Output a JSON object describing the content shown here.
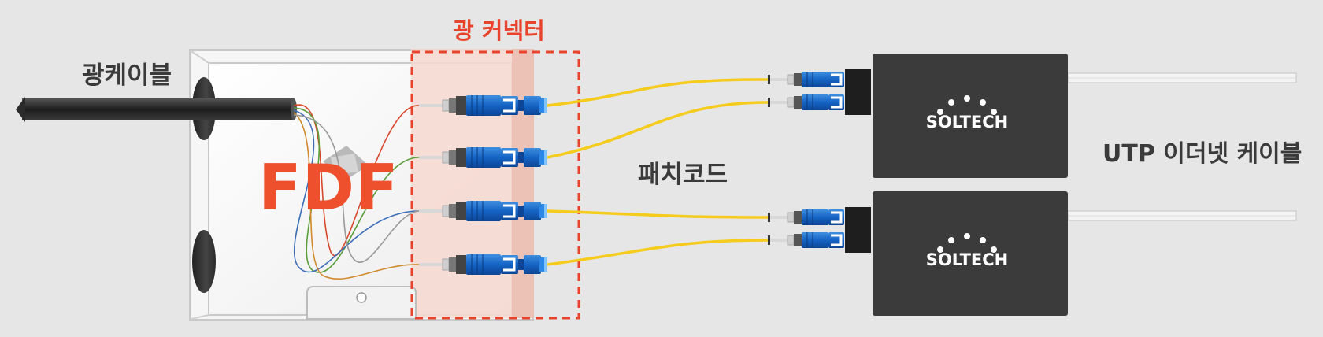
{
  "labels": {
    "optical_cable": "광케이블",
    "optical_connector": "광 커넥터",
    "patch_cord": "패치코드",
    "utp_cable": "UTP 이더넷 케이블",
    "fdf": "FDF"
  },
  "converters": [
    {
      "brand": "SOLTECH"
    },
    {
      "brand": "SOLTECH"
    }
  ],
  "colors": {
    "background": "#e6e6e6",
    "accent_red": "#e8432c",
    "connector_blue": "#1565c0",
    "patch_cord_yellow": "#f5cc1d",
    "device_dark": "#3b3b3b",
    "cable_dark": "#2b2b2b"
  },
  "fiber_colors": [
    "#d9462b",
    "#3d6fb8",
    "#5a9e3c",
    "#d08a2a"
  ],
  "icons": [
    "optical-cable-icon",
    "fdf-box-icon",
    "sc-connector-icon",
    "media-converter-icon"
  ]
}
